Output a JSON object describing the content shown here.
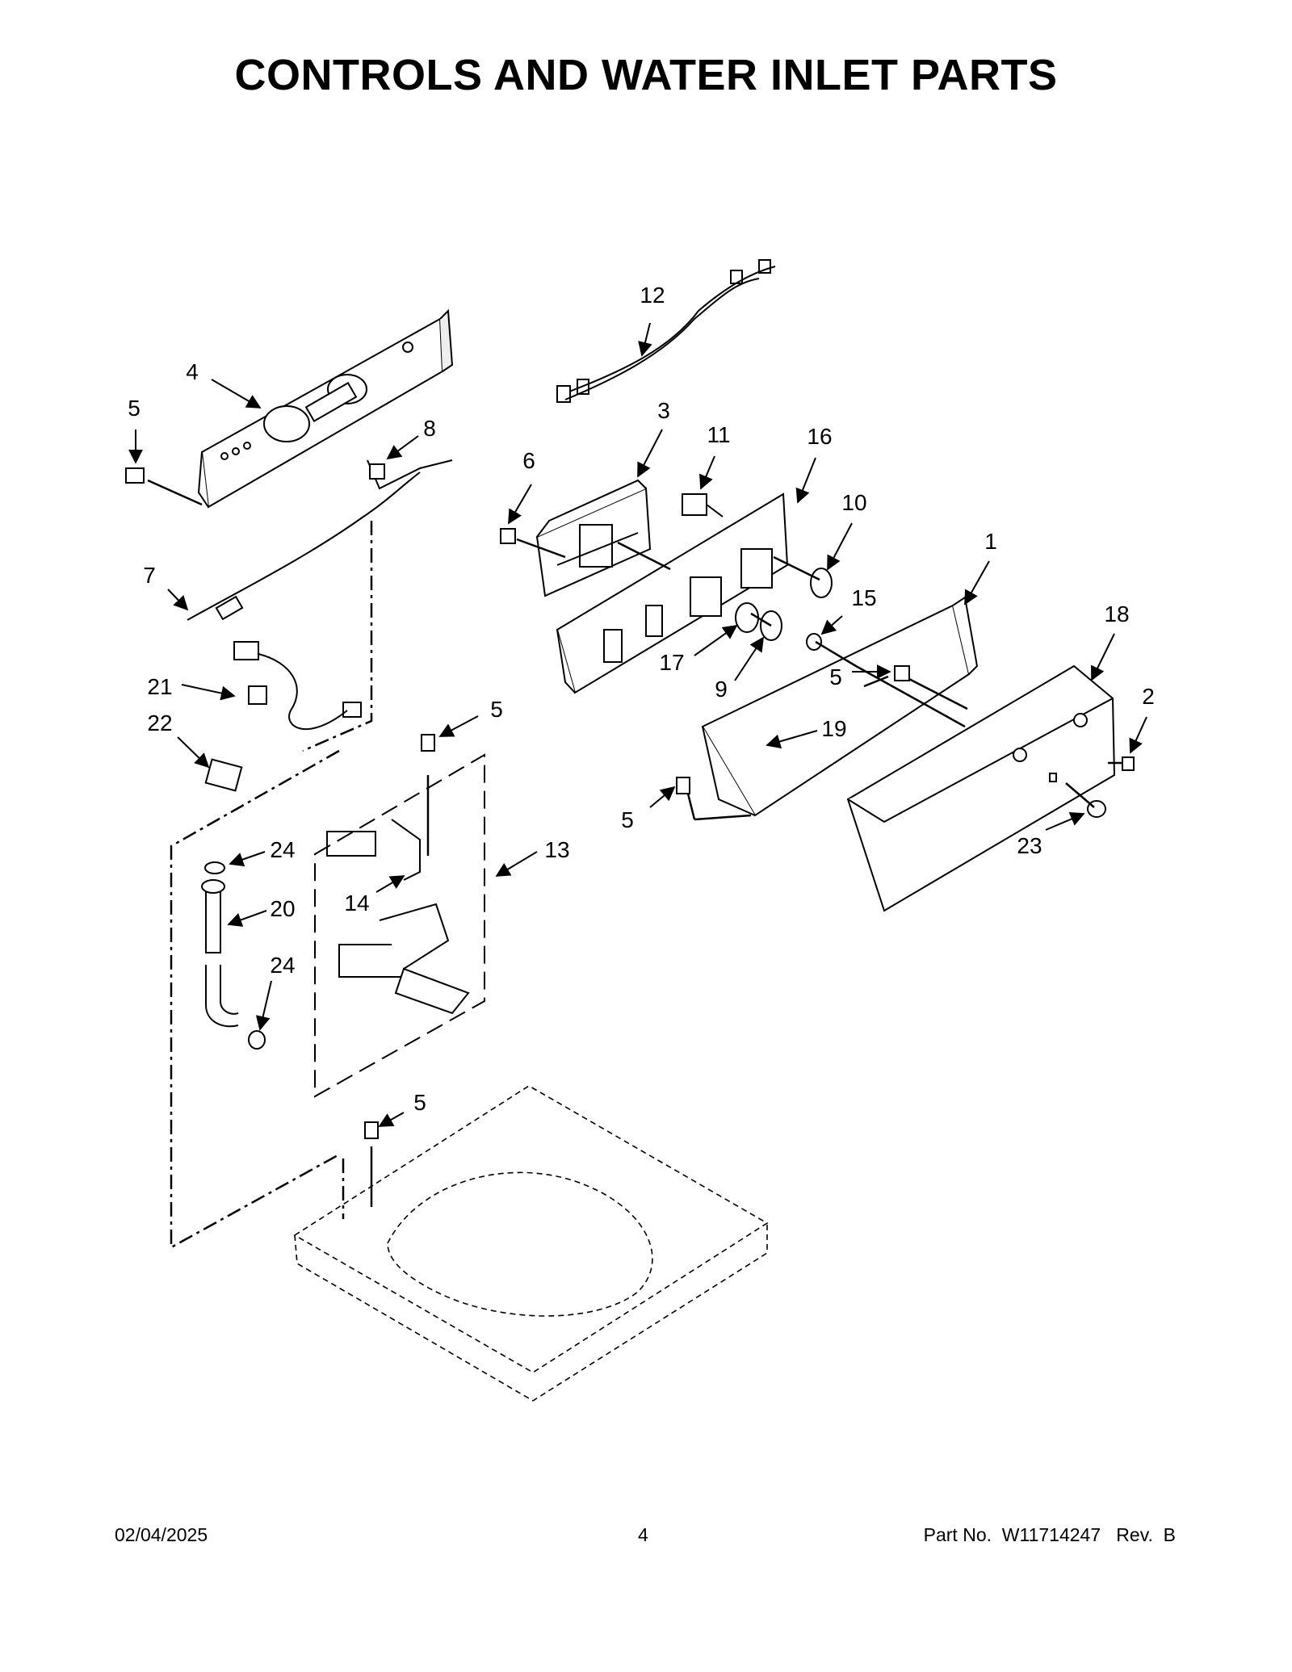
{
  "title": "CONTROLS AND WATER INLET PARTS",
  "footer": {
    "date": "02/04/2025",
    "page": "4",
    "part_no": "Part No.  W11714247   Rev.  B"
  },
  "callouts": [
    "12",
    "4",
    "5",
    "8",
    "3",
    "11",
    "16",
    "6",
    "10",
    "1",
    "7",
    "15",
    "18",
    "17",
    "9",
    "5",
    "2",
    "21",
    "22",
    "5",
    "19",
    "5",
    "24",
    "13",
    "20",
    "14",
    "24",
    "23",
    "5"
  ]
}
